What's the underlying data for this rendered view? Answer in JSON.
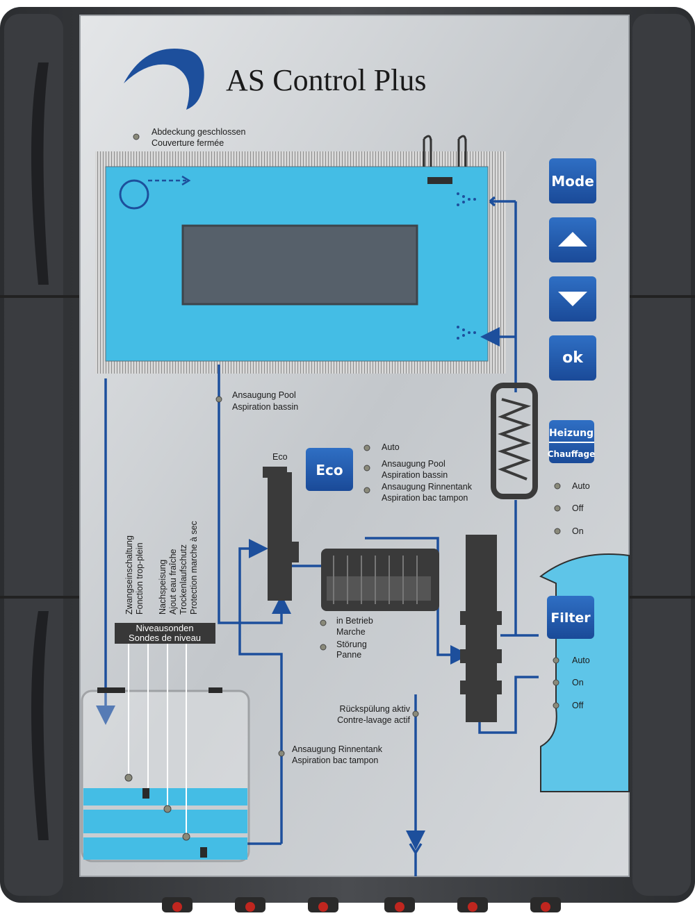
{
  "title": "AS Control Plus",
  "cover": {
    "line1": "Abdeckung geschlossen",
    "line2": "Couverture fermée"
  },
  "buttons": {
    "mode": "Mode",
    "ok": "ok",
    "heizung1": "Heizung",
    "heizung2": "Chauffage",
    "eco": "Eco",
    "filter": "Filter"
  },
  "eco_valve_label": "Eco",
  "eco_leds": [
    {
      "line1": "Auto",
      "line2": ""
    },
    {
      "line1": "Ansaugung Pool",
      "line2": "Aspiration bassin"
    },
    {
      "line1": "Ansaugung Rinnentank",
      "line2": "Aspiration bac tampon"
    }
  ],
  "heat_leds": [
    "Auto",
    "Off",
    "On"
  ],
  "filter_leds": [
    "Auto",
    "On",
    "Off"
  ],
  "pump_status": [
    {
      "line1": "in Betrieb",
      "line2": "Marche"
    },
    {
      "line1": "Störung",
      "line2": "Panne"
    }
  ],
  "suction_pool": {
    "line1": "Ansaugung Pool",
    "line2": "Aspiration bassin"
  },
  "suction_tank": {
    "line1": "Ansaugung Rinnentank",
    "line2": "Aspiration bac tampon"
  },
  "backwash": {
    "line1": "Rückspülung aktiv",
    "line2": "Contre-lavage actif"
  },
  "level_labels": [
    {
      "line1": "Zwangseinschaltung",
      "line2": "Fonction trop-plein"
    },
    {
      "line1": "Nachspeisung",
      "line2": "Ajout eau fraîche"
    },
    {
      "line1": "Trockenlaufschutz",
      "line2": "Protection marche à sec"
    }
  ],
  "niveau": {
    "line1": "Niveausonden",
    "line2": "Sondes de niveau"
  },
  "colors": {
    "panel": "#c9cdd1",
    "blue": "#1d4f9c",
    "water": "#3fb8df",
    "casing": "#3d3f42"
  }
}
